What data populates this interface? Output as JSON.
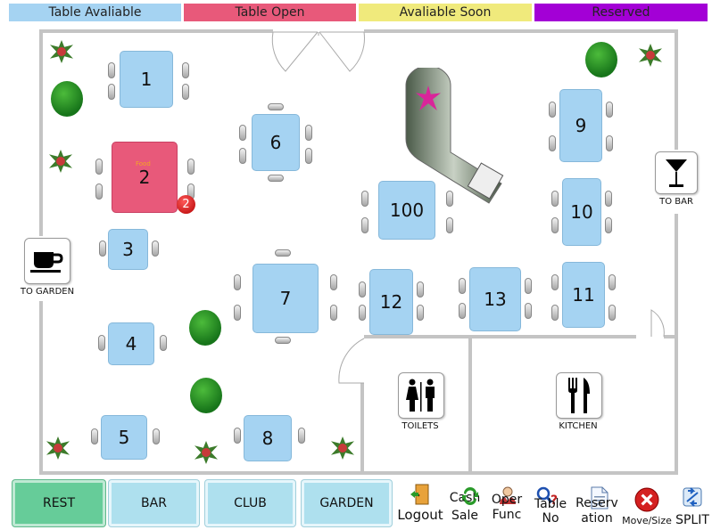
{
  "legend": {
    "available": {
      "label": "Table Avaliable",
      "color": "#a5d3f2"
    },
    "open": {
      "label": "Table Open",
      "color": "#e8597a"
    },
    "soon": {
      "label": "Avaliable Soon",
      "color": "#f0ea7c"
    },
    "reserved": {
      "label": "Reserved",
      "color": "#a300d6"
    }
  },
  "tables": {
    "t1": "1",
    "t2": "2",
    "t3": "3",
    "t4": "4",
    "t5": "5",
    "t6": "6",
    "t7": "7",
    "t8": "8",
    "t9": "9",
    "t10": "10",
    "t11": "11",
    "t12": "12",
    "t13": "13",
    "t100": "100"
  },
  "table2": {
    "note": "Food",
    "badge": "2"
  },
  "signs": {
    "garden": "TO GARDEN",
    "bar": "TO BAR",
    "toilets": "TOILETS",
    "kitchen": "KITCHEN"
  },
  "areas": [
    "REST",
    "BAR",
    "CLUB",
    "GARDEN"
  ],
  "toolbar": {
    "logout": "Logout",
    "cash_sale": [
      "Cash",
      "Sale"
    ],
    "oper_func": [
      "Oper",
      "Func"
    ],
    "table_no": [
      "Table",
      "No"
    ],
    "reservation": [
      "Reserv",
      "ation"
    ],
    "move_size": "Move/Size",
    "split": "SPLIT"
  }
}
